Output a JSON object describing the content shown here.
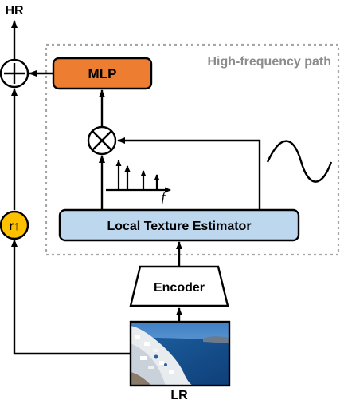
{
  "labels": {
    "hr": "HR",
    "lr": "LR",
    "high_frequency_path": "High-frequency path",
    "mlp": "MLP",
    "local_texture_estimator": "Local Texture Estimator",
    "encoder": "Encoder",
    "frequency_axis": "f",
    "upsample": "r↑",
    "sum_symbol": "+",
    "multiply_symbol": "×"
  },
  "colors": {
    "mlp_fill": "#ED7D31",
    "lte_fill": "#BDD7EE",
    "upsample_fill": "#FFC000",
    "dashed_border": "#A6A6A6",
    "line": "#000000",
    "path_label": "#8C8C8C"
  },
  "icons": {
    "sum": "circled-plus-icon",
    "multiply": "circled-times-icon",
    "spectrum": "frequency-spectrum-icon",
    "wave": "sine-wave-icon",
    "photo": "landscape-photo-icon"
  }
}
